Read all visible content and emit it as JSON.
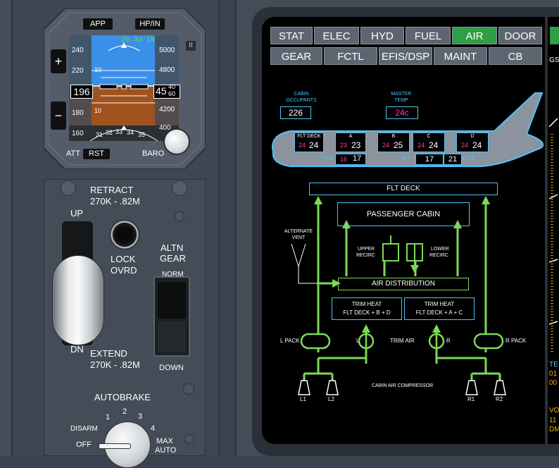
{
  "colors": {
    "accent_green": "#7ed957",
    "cyan": "#4fc3f7",
    "magenta": "#ff3fa4",
    "panel": "#3a434f",
    "screen": "#000000",
    "tab_active": "#2f9e45"
  },
  "standby": {
    "app_label": "APP",
    "hp_in_label": "HP/IN",
    "baro_readout": "29.34 IN",
    "speed_ticks": [
      "240",
      "220",
      "180",
      "160"
    ],
    "speed_value": "196",
    "alt_ticks": [
      "5000",
      "4800",
      "4200",
      "400"
    ],
    "alt_value": "45",
    "alt_value_small_top": "40",
    "alt_value_small_bottom": "60",
    "pitch_upper": "10",
    "pitch_lower": "10",
    "heading_ticks": [
      "31",
      "32",
      "33",
      "34",
      "35"
    ],
    "plus_label": "+",
    "minus_label": "−",
    "att_label": "ATT",
    "rst_label": "RST",
    "baro_label": "BARO",
    "pause_icon": "II"
  },
  "gear_panel": {
    "retract_label": "RETRACT",
    "retract_limits": "270K - .82M",
    "up_label": "UP",
    "dn_label": "DN",
    "extend_label": "EXTEND",
    "extend_limits": "270K - .82M",
    "lock_ovrd_label_1": "LOCK",
    "lock_ovrd_label_2": "OVRD",
    "altn_gear_label_1": "ALTN",
    "altn_gear_label_2": "GEAR",
    "norm_label": "NORM",
    "down_label": "DOWN"
  },
  "autobrake": {
    "title": "AUTOBRAKE",
    "positions": [
      "OFF",
      "DISARM",
      "1",
      "2",
      "3",
      "4",
      "MAX",
      "AUTO"
    ]
  },
  "synoptic_tabs": {
    "row1": [
      "STAT",
      "ELEC",
      "HYD",
      "FUEL",
      "AIR",
      "DOOR"
    ],
    "row2": [
      "GEAR",
      "FCTL",
      "EFIS/DSP",
      "MAINT",
      "CB"
    ],
    "active": "AIR"
  },
  "air_page": {
    "cabin_occupants_label_1": "CABIN",
    "cabin_occupants_label_2": "OCCUPANTS",
    "cabin_occupants_value": "226",
    "master_temp_label_1": "MASTER",
    "master_temp_label_2": "TEMP",
    "master_temp_value": "24c",
    "zones": [
      {
        "name": "FLT DECK",
        "target": "24",
        "actual": "24"
      },
      {
        "name": "A",
        "target": "23",
        "actual": "23"
      },
      {
        "name": "B",
        "target": "24",
        "actual": "25"
      },
      {
        "name": "C",
        "target": "24",
        "actual": "24"
      },
      {
        "name": "D",
        "target": "24",
        "actual": "24"
      }
    ],
    "fwd_label": "FWD",
    "fwd_target": "16",
    "fwd_actual": "17",
    "aft_label": "AFT",
    "aft_actual": "17",
    "bulk_actual": "21",
    "bulk_label": "BULK",
    "flt_deck_box": "FLT DECK",
    "passenger_cabin_box": "PASSENGER CABIN",
    "alternate_vent_1": "ALTERNATE",
    "alternate_vent_2": "VENT",
    "upper_recirc_1": "UPPER",
    "upper_recirc_2": "RECIRC",
    "lower_recirc_1": "LOWER",
    "lower_recirc_2": "RECIRC",
    "air_distribution_box": "AIR DISTRIBUTION",
    "trim_heat_left_1": "TRIM HEAT",
    "trim_heat_left_2": "FLT DECK + B + D",
    "trim_heat_right_1": "TRIM HEAT",
    "trim_heat_right_2": "FLT DECK + A + C",
    "l_pack": "L PACK",
    "r_pack": "R PACK",
    "l_label": "L",
    "r_label": "R",
    "trim_air": "TRIM AIR",
    "cabin_air_compressor": "CABIN AIR COMPRESSOR",
    "compressors": [
      "L1",
      "L2",
      "R1",
      "R2"
    ]
  },
  "right_edge": {
    "gs_label": "GS",
    "te_label": "TE",
    "val_01": "01",
    "val_00": "00",
    "vo_label": "VO",
    "val_11": "11",
    "dm_label": "DM"
  }
}
